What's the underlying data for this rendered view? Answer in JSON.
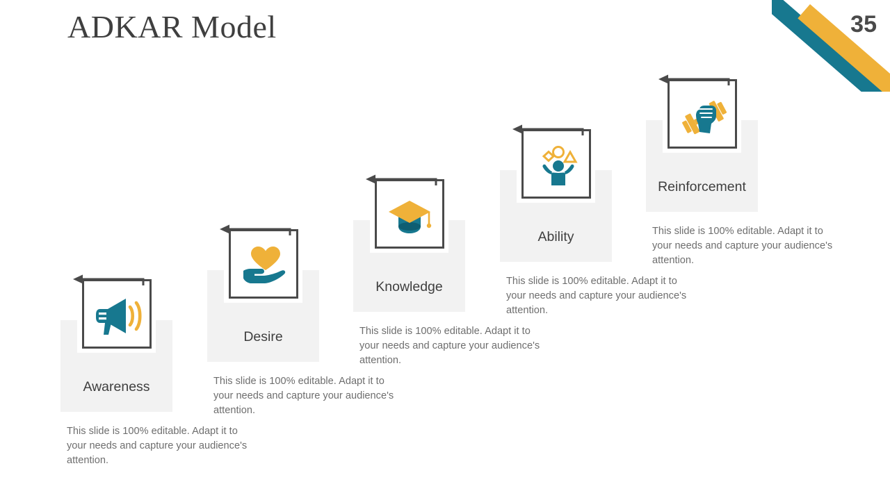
{
  "slide": {
    "title": "ADKAR Model",
    "page_number": "35"
  },
  "theme": {
    "teal": "#17788F",
    "yellow": "#EFB139",
    "card_gray": "#F2F2F2",
    "border_gray": "#4A4A4A",
    "title_gray": "#3F3F3F",
    "body_gray": "#6E6E6E",
    "white": "#FFFFFF"
  },
  "steps": [
    {
      "label": "Awareness",
      "icon": "megaphone-icon",
      "description": "This slide is 100% editable. Adapt it to your needs and capture your audience's attention."
    },
    {
      "label": "Desire",
      "icon": "hand-heart-icon",
      "description": "This slide is 100% editable. Adapt it to your needs and capture your audience's attention."
    },
    {
      "label": "Knowledge",
      "icon": "graduation-cap-icon",
      "description": "This slide is 100% editable. Adapt it to your needs and capture your audience's attention."
    },
    {
      "label": "Ability",
      "icon": "juggling-person-icon",
      "description": "This slide is 100% editable. Adapt it to your needs and capture your audience's attention."
    },
    {
      "label": "Reinforcement",
      "icon": "dumbbell-fist-icon",
      "description": "This slide is 100% editable. Adapt it to your needs and capture your audience's attention."
    }
  ]
}
